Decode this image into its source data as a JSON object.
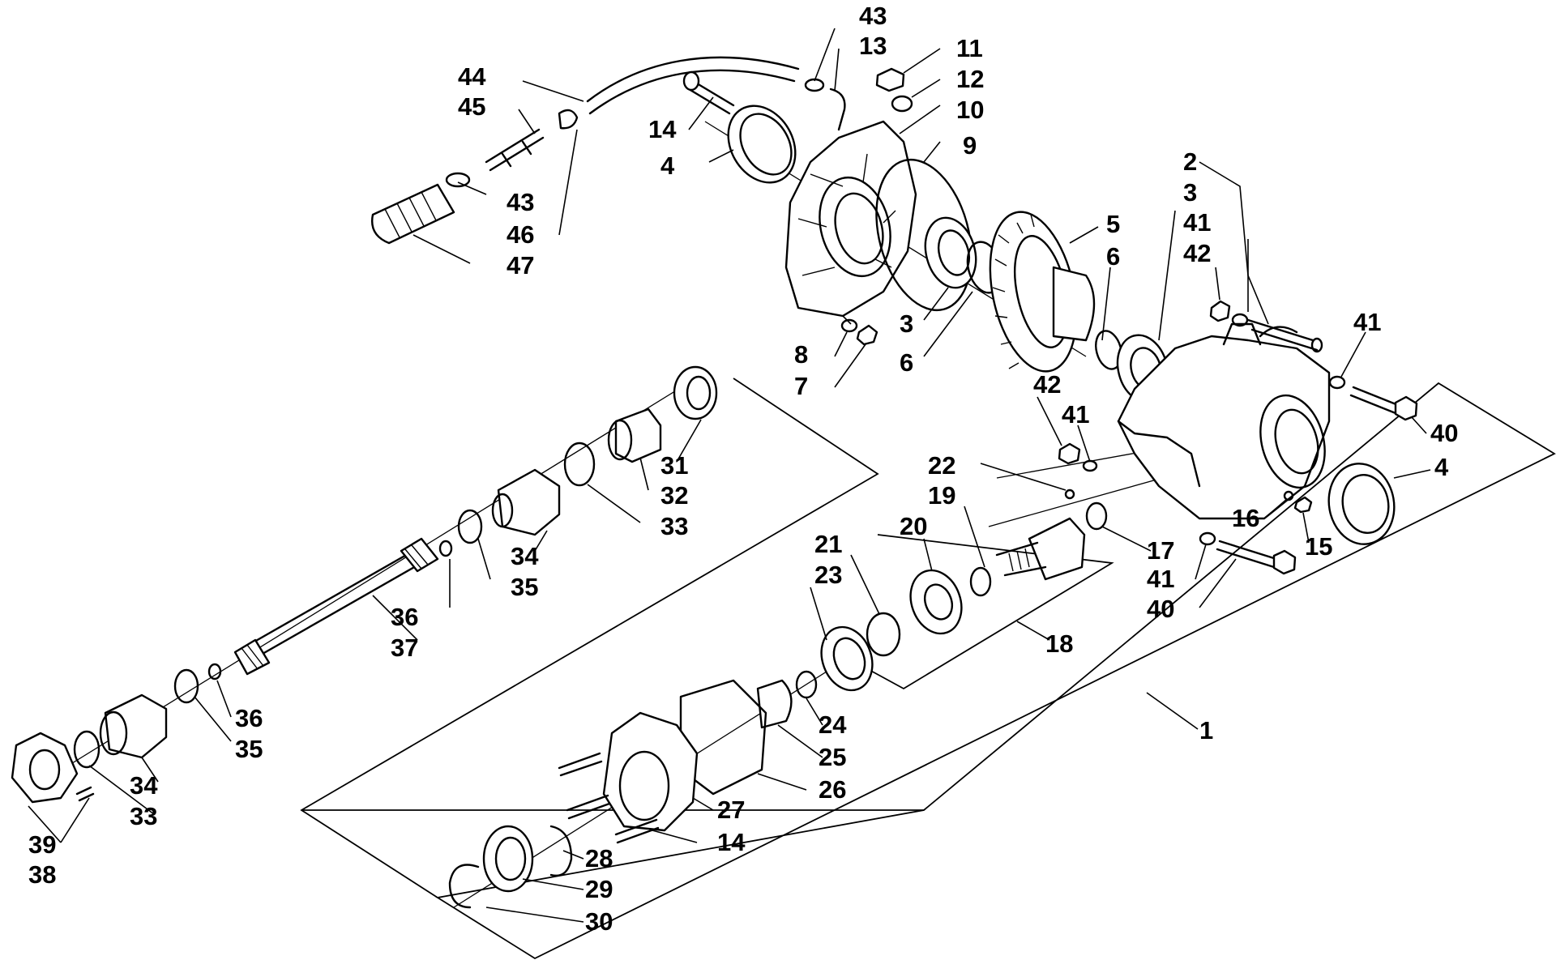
{
  "callouts": {
    "c1": "1",
    "c2": "2",
    "c3a": "3",
    "c3b": "3",
    "c4a": "4",
    "c4b": "4",
    "c5": "5",
    "c6a": "6",
    "c6b": "6",
    "c7": "7",
    "c8": "8",
    "c9": "9",
    "c10": "10",
    "c11": "11",
    "c12": "12",
    "c13": "13",
    "c14a": "14",
    "c14b": "14",
    "c15": "15",
    "c16": "16",
    "c17": "17",
    "c18": "18",
    "c19": "19",
    "c20": "20",
    "c21": "21",
    "c22": "22",
    "c23": "23",
    "c24": "24",
    "c25": "25",
    "c26": "26",
    "c27": "27",
    "c28": "28",
    "c29": "29",
    "c30": "30",
    "c31": "31",
    "c32": "32",
    "c33a": "33",
    "c33b": "33",
    "c34a": "34",
    "c34b": "34",
    "c35a": "35",
    "c35b": "35",
    "c36a": "36",
    "c36b": "36",
    "c37": "37",
    "c38": "38",
    "c39": "39",
    "c40a": "40",
    "c40b": "40",
    "c41a": "41",
    "c41b": "41",
    "c41c": "41",
    "c41d": "41",
    "c42a": "42",
    "c42b": "42",
    "c43a": "43",
    "c43b": "43",
    "c44": "44",
    "c45": "45",
    "c46": "46",
    "c47": "47"
  }
}
